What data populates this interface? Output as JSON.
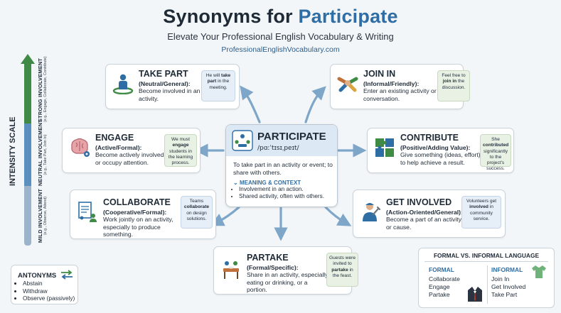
{
  "header": {
    "title_prefix": "Synonyms for ",
    "title_accent": "Participate",
    "subtitle": "Elevate Your Professional English Vocabulary & Writing",
    "site": "ProfessionalEnglishVocabulary.com"
  },
  "center": {
    "word": "PARTICIPATE",
    "ipa": "/pɑːˈtɪsɪˌpeɪt/",
    "definition": "To take part in an activity or event; to share with others.",
    "meaning_label": "MEANING & CONTEXT",
    "meanings": [
      "Involvement in an action.",
      "Shared activity, often with others."
    ]
  },
  "synonyms": {
    "take_part": {
      "word": "TAKE PART",
      "register": "(Neutral/General):",
      "definition_1": "Become involved in an",
      "definition_2": "activity.",
      "example_1": "He will ",
      "example_bold": "take part",
      "example_2": " in the meeting."
    },
    "join_in": {
      "word": "JOIN IN",
      "register": "(Informal/Friendly):",
      "definition_1": "Enter an existing activity or",
      "definition_2": "conversation.",
      "example_1": "Feel free to ",
      "example_bold": "join in",
      "example_2": " the discussion."
    },
    "engage": {
      "word": "ENGAGE",
      "register": "(Active/Formal):",
      "definition_1": "Become actively involved",
      "definition_2": "or occupy attention.",
      "example_1": "We must ",
      "example_bold": "engage",
      "example_2": " students in the learning process."
    },
    "contribute": {
      "word": "CONTRIBUTE",
      "register": "(Positive/Adding Value):",
      "definition_1": "Give something (ideas, effort)",
      "definition_2": "to help achieve a result.",
      "example_1": "She ",
      "example_bold": "contributed",
      "example_2": " significantly to the project's success."
    },
    "collaborate": {
      "word": "COLLABORATE",
      "register": "(Cooperative/Formal):",
      "definition_1": "Work jointly on an activity,",
      "definition_2": "especially to produce",
      "definition_3": "something.",
      "example_1": "Teams ",
      "example_bold": "collaborate",
      "example_2": " on design solutions."
    },
    "get_involved": {
      "word": "GET INVOLVED",
      "register": "(Action-Oriented/General):",
      "definition_1": "Become a part of an activity",
      "definition_2": "or cause.",
      "example_1": "Volunteers get ",
      "example_bold": "involved",
      "example_2": " in community service."
    },
    "partake": {
      "word": "PARTAKE",
      "register": "(Formal/Specific):",
      "definition_1": "Share in an activity, especially",
      "definition_2": "eating or drinking, or a",
      "definition_3": "portion.",
      "example_1": "Guests were invited to ",
      "example_bold": "partake",
      "example_2": " in the feast."
    }
  },
  "scale": {
    "label": "INTENSITY SCALE",
    "strong": "STRONG INVOLVEMENT",
    "strong_eg": "(e.g., Engage, Collaborate, Contribute)",
    "neutral": "NEUTRAL INVOLVEMENT",
    "neutral_eg": "(e.g., Take Part, Join In)",
    "mild": "MILD INVOLVEMENT",
    "mild_eg": "(e.g., Observe, Attend)"
  },
  "antonyms": {
    "title": "ANTONYMS",
    "items": [
      "Abstain",
      "Withdraw",
      "Observe (passively)"
    ]
  },
  "formal_informal": {
    "title": "FORMAL VS. INFORMAL LANGUAGE",
    "formal_label": "FORMAL",
    "formal_items": [
      "Collaborate",
      "Engage",
      "Partake"
    ],
    "informal_label": "INFORMAL",
    "informal_items": [
      "Join In",
      "Get Involved",
      "Take Part"
    ]
  },
  "colors": {
    "accent": "#2f6ea5",
    "arrow": "#7ea6c9",
    "scale_green": "#3f8a44",
    "scale_blue": "#4a78a3"
  }
}
